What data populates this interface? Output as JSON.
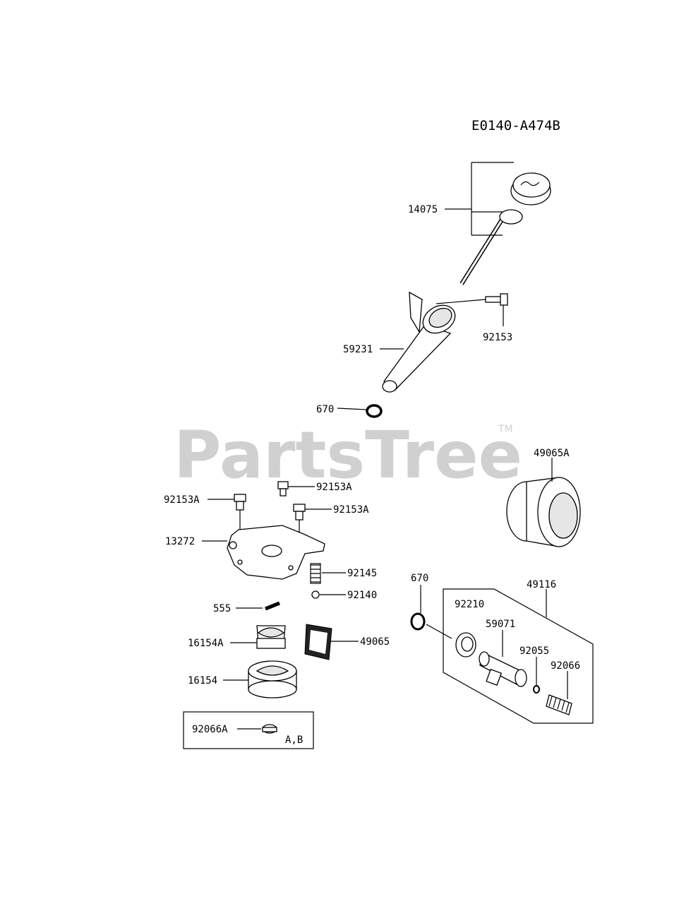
{
  "diagram_code": "E0140-A474B",
  "watermark": "PartsTree",
  "watermark_tm": "TM",
  "parts": {
    "p14075": "14075",
    "p92153": "92153",
    "p59231": "59231",
    "p670_top": "670",
    "p49065A": "49065A",
    "p92153A_1": "92153A",
    "p92153A_2": "92153A",
    "p92153A_3": "92153A",
    "p13272": "13272",
    "p92145": "92145",
    "p92140": "92140",
    "p555": "555",
    "p16154A": "16154A",
    "p49065": "49065",
    "p16154": "16154",
    "p670_mid": "670",
    "p49116": "49116",
    "p92210": "92210",
    "p59071": "59071",
    "p92055": "92055",
    "p92066": "92066",
    "p92066A": "92066A",
    "variant_note": "A,B"
  }
}
